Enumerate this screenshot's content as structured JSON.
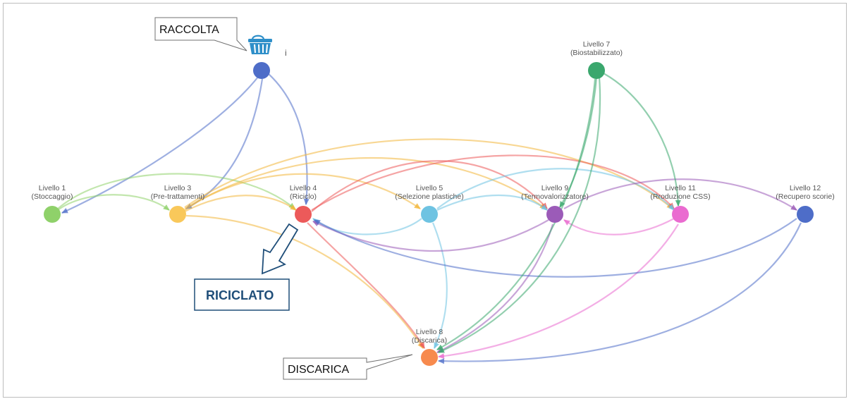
{
  "nodes": [
    {
      "id": "raccolta",
      "color": "#4e6dc8",
      "label1": "",
      "label2": ""
    },
    {
      "id": "l1",
      "color": "#8fd16a",
      "label1": "Livello 1",
      "label2": "(Stoccaggio)"
    },
    {
      "id": "l3",
      "color": "#f9c85a",
      "label1": "Livello 3",
      "label2": "(Pre-trattamenti)"
    },
    {
      "id": "l4",
      "color": "#ec5a5a",
      "label1": "Livello 4",
      "label2": "(Riciclo)"
    },
    {
      "id": "l5",
      "color": "#6ec3e2",
      "label1": "Livello 5",
      "label2": "(Selezione plastiche)"
    },
    {
      "id": "l9",
      "color": "#9b5bb8",
      "label1": "Livello 9",
      "label2": "(Termovalorizzatore)"
    },
    {
      "id": "l11",
      "color": "#ea6bd0",
      "label1": "Livello 11",
      "label2": "(Rroduzione CSS)"
    },
    {
      "id": "l12",
      "color": "#4e6dc8",
      "label1": "Livello 12",
      "label2": "(Recupero scorie)"
    },
    {
      "id": "l7",
      "color": "#3aa76d",
      "label1": "Livello 7",
      "label2": "(Biostabilizzato)"
    },
    {
      "id": "l8",
      "color": "#f78a4e",
      "label1": "Livello 8",
      "label2": "(Discarica)"
    }
  ],
  "callouts": {
    "raccolta": "RACCOLTA",
    "riciclato": "RICICLATO",
    "discarica": "DISCARICA",
    "stray_mark": "i"
  },
  "icons": {
    "basket": "shopping-basket-icon",
    "arrow": "hollow-down-arrow-icon"
  }
}
